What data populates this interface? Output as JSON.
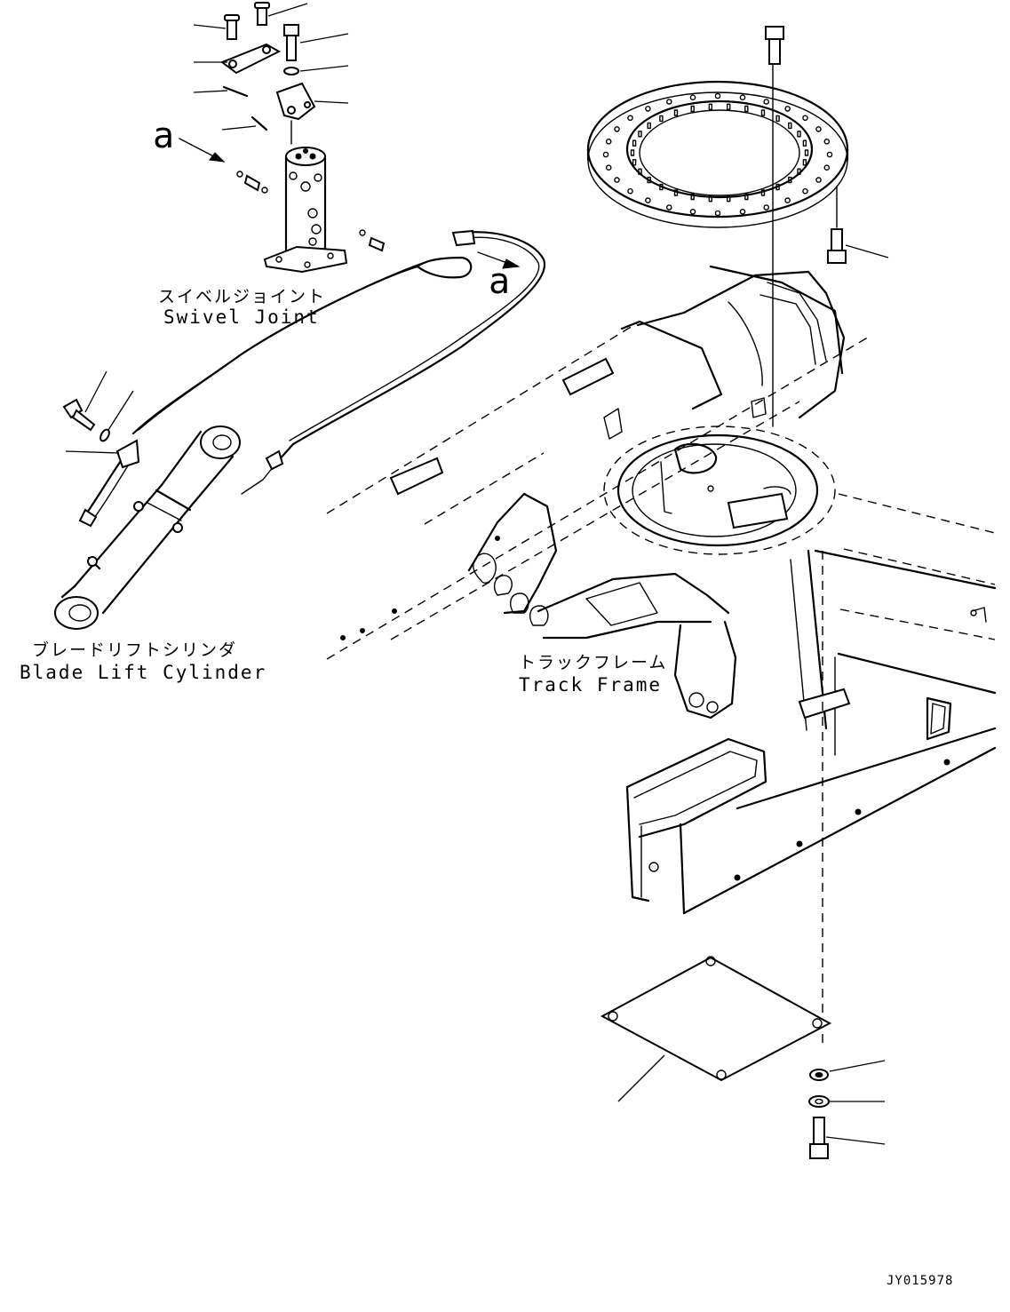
{
  "labels": {
    "swivel_joint_jp": "スイベルジョイント",
    "swivel_joint_en": "Swivel Joint",
    "blade_lift_cylinder_jp": "ブレードリフトシリンダ",
    "blade_lift_cylinder_en": "Blade Lift Cylinder",
    "track_frame_jp": "トラックフレーム",
    "track_frame_en": "Track Frame"
  },
  "reference_markers": {
    "ref_a_1": "a",
    "ref_a_2": "a"
  },
  "drawing_code": "JY015978"
}
